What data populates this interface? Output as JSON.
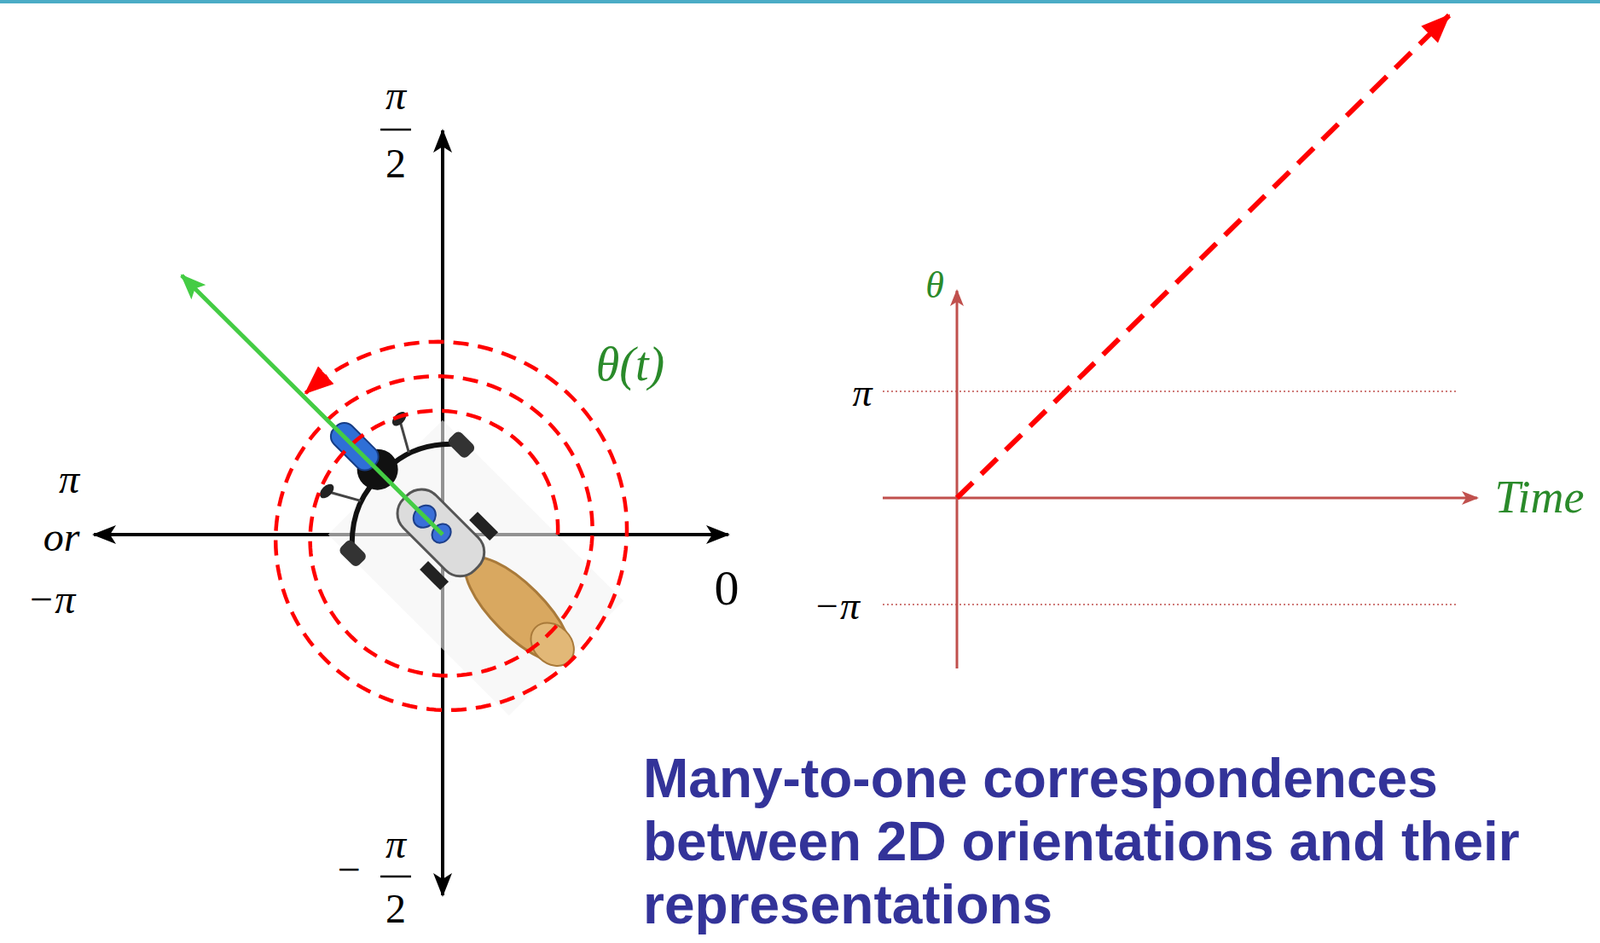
{
  "diagram": {
    "caption": "Many-to-one correspondences between 2D orientations and their representations",
    "labels": [
      "π",
      "2",
      "π",
      "or",
      "−π",
      "0",
      "−",
      "π",
      "2",
      "θ(t)",
      "θ",
      "π",
      "−π",
      "Time"
    ]
  }
}
